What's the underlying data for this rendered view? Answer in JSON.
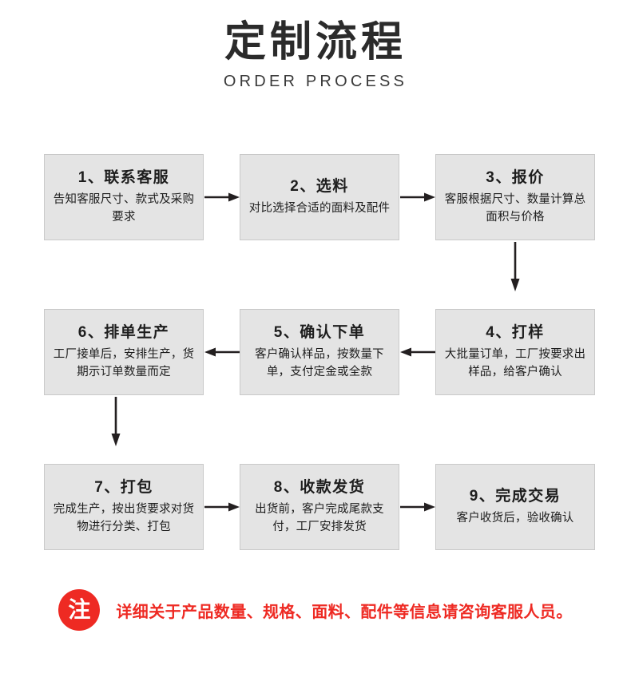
{
  "header": {
    "title_cn": "定制流程",
    "title_en": "ORDER PROCESS"
  },
  "flow": {
    "rows": [
      {
        "direction": "left-to-right",
        "boxes": [
          {
            "step": "1",
            "title": "1、联系客服",
            "desc": "告知客服尺寸、款式及采购要求"
          },
          {
            "step": "2",
            "title": "2、选料",
            "desc": "对比选择合适的面料及配件"
          },
          {
            "step": "3",
            "title": "3、报价",
            "desc": "客服根据尺寸、数量计算总面积与价格"
          }
        ]
      },
      {
        "direction": "right-to-left",
        "boxes": [
          {
            "step": "6",
            "title": "6、排单生产",
            "desc": "工厂接单后，安排生产，货期示订单数量而定"
          },
          {
            "step": "5",
            "title": "5、确认下单",
            "desc": "客户确认样品，按数量下单，支付定金或全款"
          },
          {
            "step": "4",
            "title": "4、打样",
            "desc": "大批量订单，工厂按要求出样品，给客户确认"
          }
        ]
      },
      {
        "direction": "left-to-right",
        "boxes": [
          {
            "step": "7",
            "title": "7、打包",
            "desc": "完成生产，按出货要求对货物进行分类、打包"
          },
          {
            "step": "8",
            "title": "8、收款发货",
            "desc": "出货前，客户完成尾款支付，工厂安排发货"
          },
          {
            "step": "9",
            "title": "9、完成交易",
            "desc": "客户收货后，验收确认"
          }
        ]
      }
    ]
  },
  "note": {
    "badge": "注",
    "text": "详细关于产品数量、规格、面料、配件等信息请咨询客服人员。"
  },
  "colors": {
    "box_fill": "#e4e4e4",
    "box_border": "#c9c9c9",
    "text": "#1d1d1d",
    "accent_red": "#ee2a23",
    "arrow": "#231f20"
  }
}
